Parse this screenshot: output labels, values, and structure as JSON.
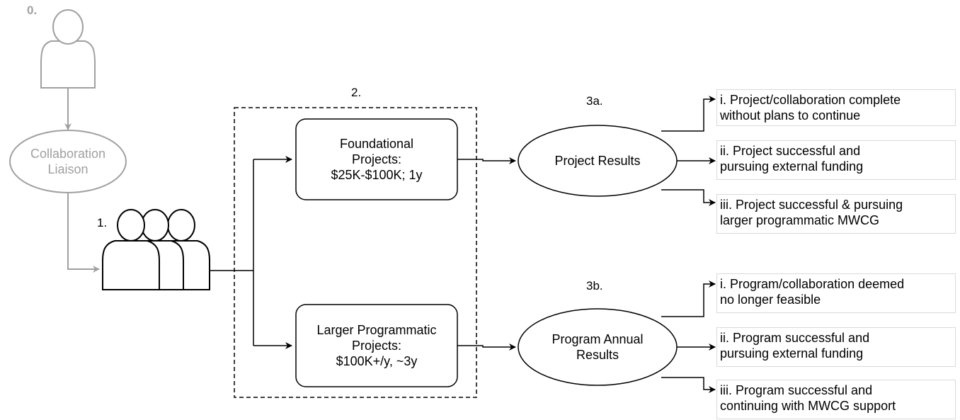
{
  "step_labels": {
    "step0": "0.",
    "step1": "1.",
    "step2": "2.",
    "step3a": "3a.",
    "step3b": "3b."
  },
  "liaison": {
    "text": "Collaboration\nLiaison"
  },
  "projects": {
    "foundational": "Foundational\nProjects:\n$25K-$100K; 1y",
    "programmatic": "Larger Programmatic\nProjects:\n$100K+/y, ~3y"
  },
  "results": {
    "project_results": "Project Results",
    "program_results": "Program Annual\nResults"
  },
  "outcomes_a": [
    "i. Project/collaboration complete\nwithout plans to continue",
    "ii. Project successful and\npursuing external funding",
    "iii. Project successful & pursuing\nlarger programmatic MWCG"
  ],
  "outcomes_b": [
    "i. Program/collaboration deemed\nno longer feasible",
    "ii. Program successful and\npursuing external funding",
    "iii. Program successful and\ncontinuing with MWCG support"
  ],
  "colors": {
    "muted": "#a0a0a0",
    "ink": "#000000",
    "box_border": "#d9d9d9"
  }
}
